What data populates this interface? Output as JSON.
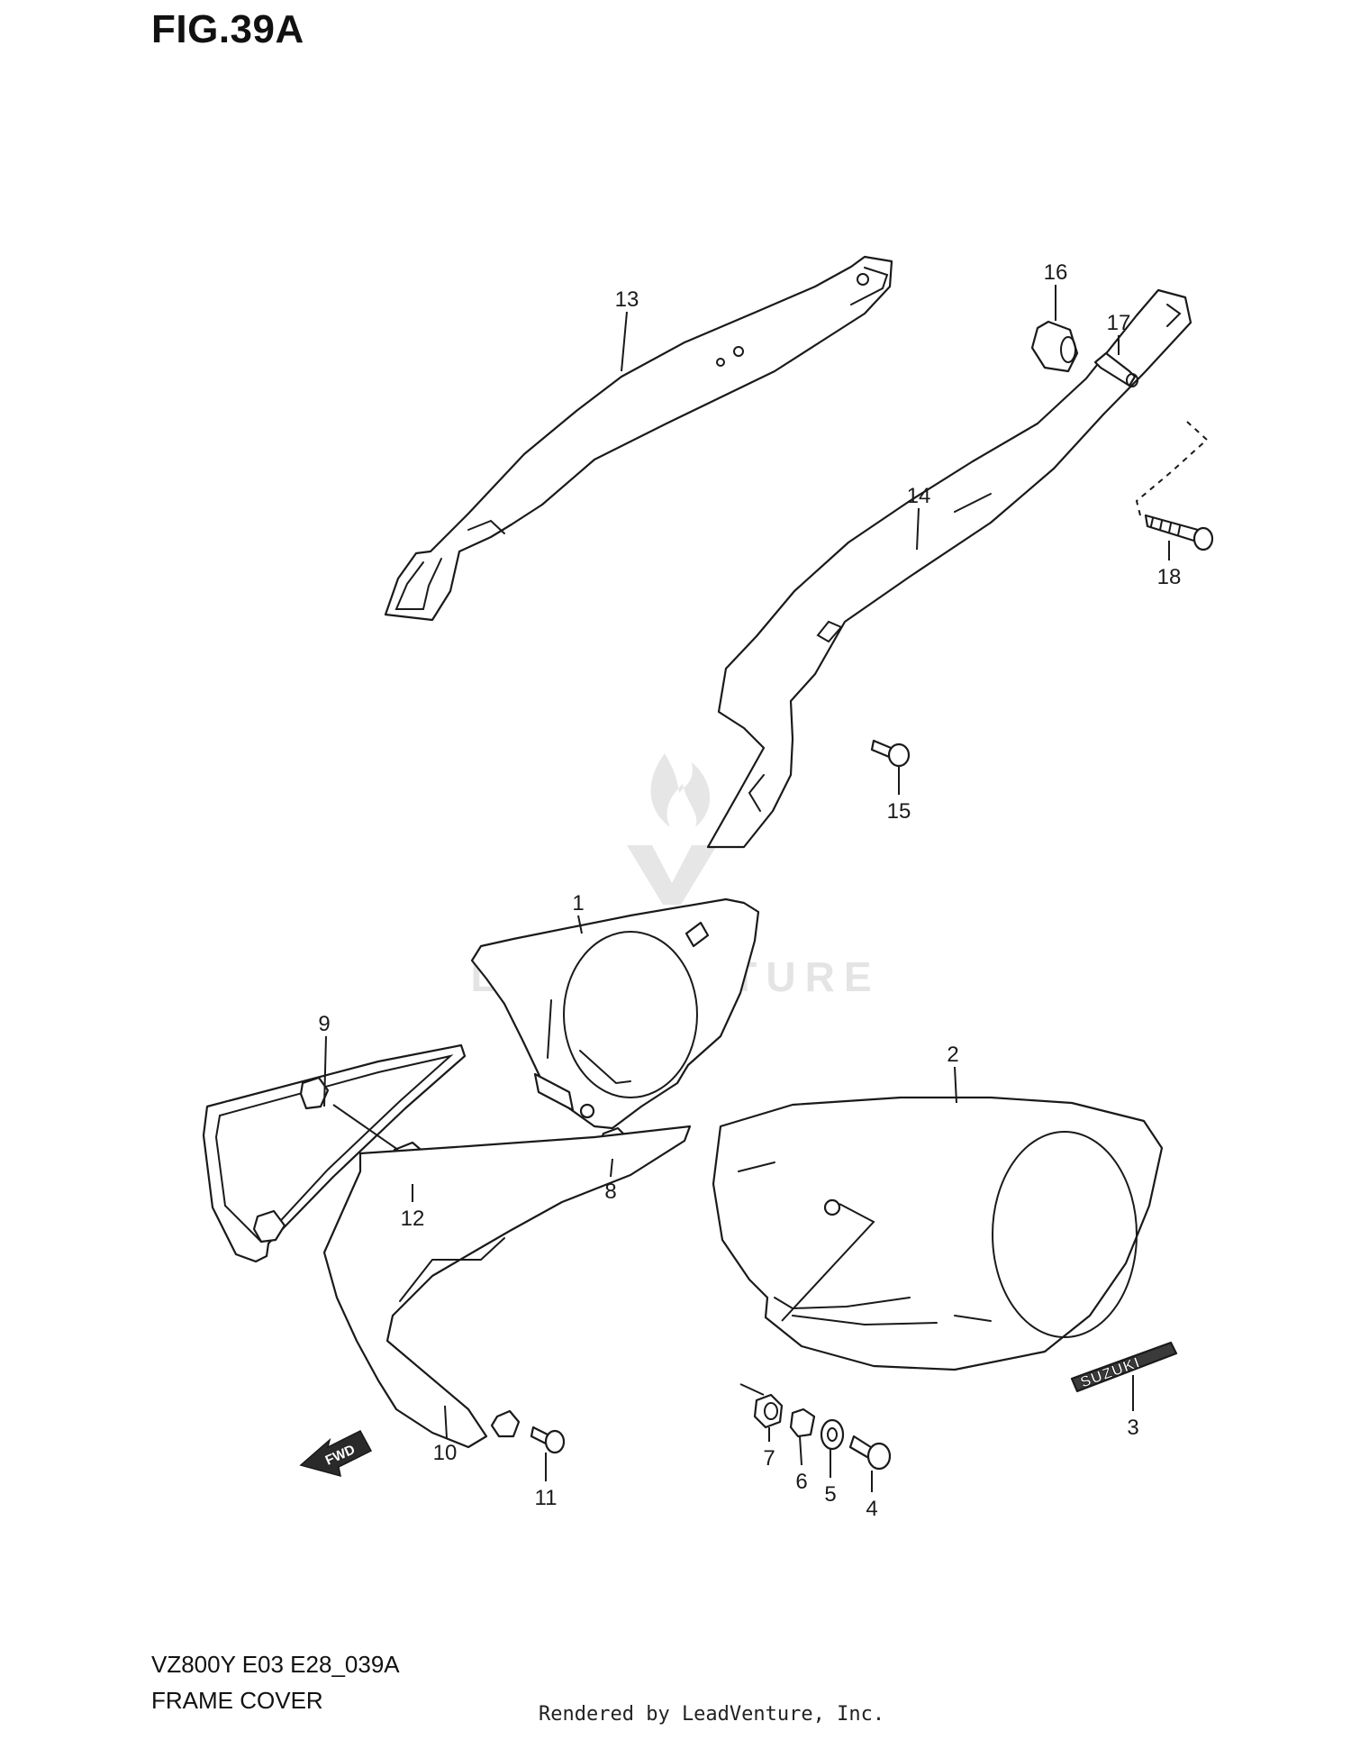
{
  "figure_title": "FIG.39A",
  "model_code": "VZ800Y E03 E28_039A",
  "section_name": "FRAME COVER",
  "render_credit": "Rendered by LeadVenture, Inc.",
  "watermark": "LEADVENTURE",
  "emblem_text": "SUZUKI",
  "fwd_arrow_text": "FWD",
  "callouts": {
    "p1": "1",
    "p2": "2",
    "p3": "3",
    "p4": "4",
    "p5": "5",
    "p6": "6",
    "p7": "7",
    "p8": "8",
    "p9": "9",
    "p10": "10",
    "p11": "11",
    "p12": "12",
    "p13": "13",
    "p14": "14",
    "p15": "15",
    "p16": "16",
    "p17": "17",
    "p18": "18"
  }
}
